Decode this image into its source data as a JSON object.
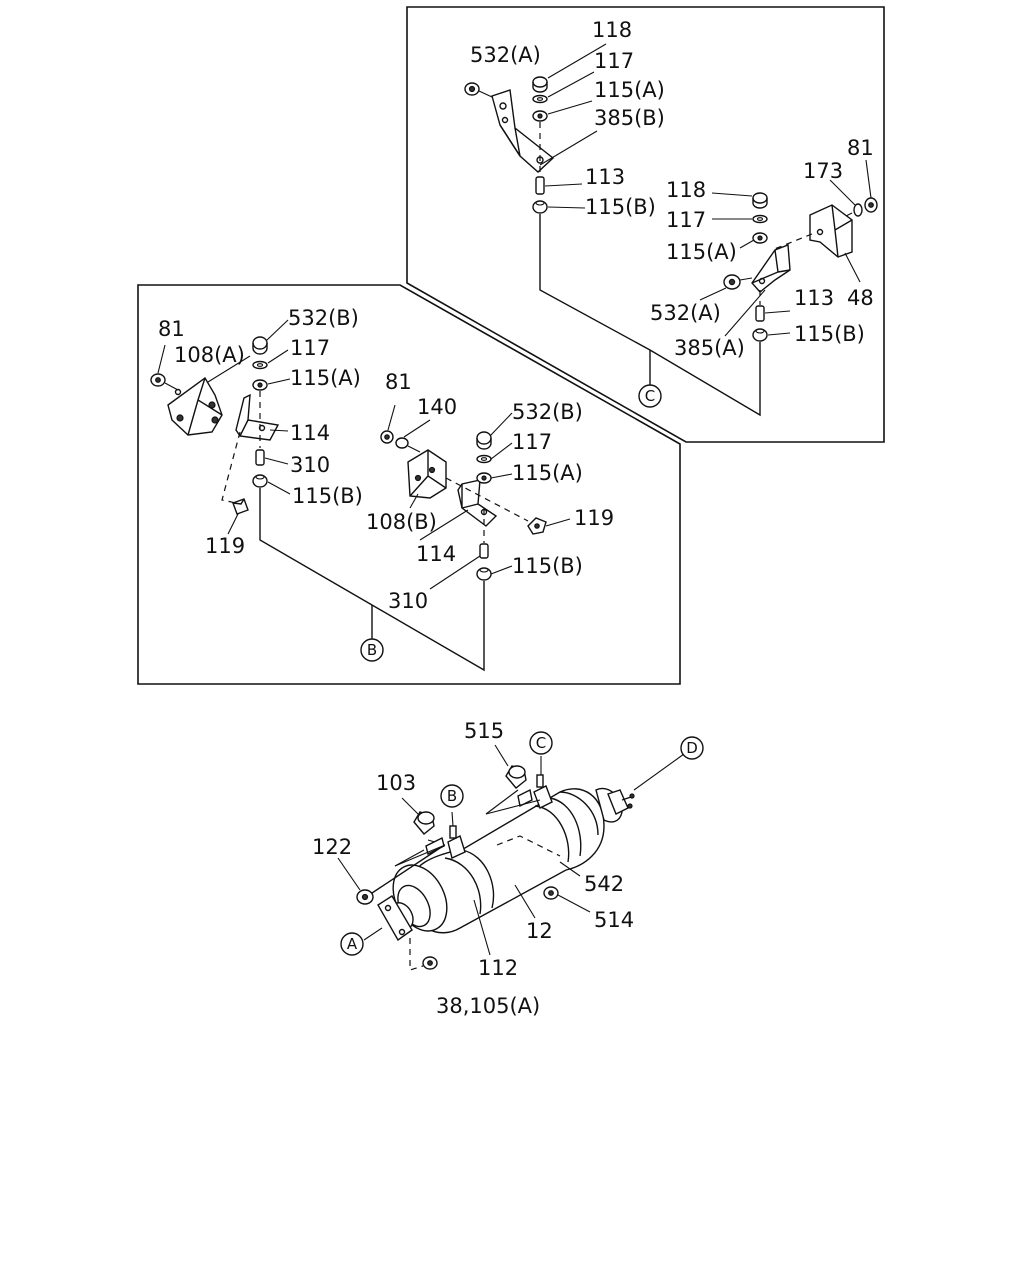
{
  "diagram": {
    "frames": {
      "top_right": "top-right-frame",
      "middle_left": "middle-left-frame"
    },
    "labels": {
      "tr_118_top": "118",
      "tr_532A_top": "532(A)",
      "tr_117_top": "117",
      "tr_115A_top": "115(A)",
      "tr_385B": "385(B)",
      "tr_113_top": "113",
      "tr_115B_top": "115(B)",
      "tr_81": "81",
      "tr_173": "173",
      "tr_118_right": "118",
      "tr_117_right": "117",
      "tr_115A_right": "115(A)",
      "tr_532A_right": "532(A)",
      "tr_113_right": "113",
      "tr_48": "48",
      "tr_385A": "385(A)",
      "tr_115B_right": "115(B)",
      "ml_81_left": "81",
      "ml_532B_left": "532(B)",
      "ml_108A": "108(A)",
      "ml_117_left": "117",
      "ml_115A_left": "115(A)",
      "ml_114_left": "114",
      "ml_310_left": "310",
      "ml_115B_left": "115(B)",
      "ml_119_left": "119",
      "ml_81_mid": "81",
      "ml_140": "140",
      "ml_532B_mid": "532(B)",
      "ml_117_mid": "117",
      "ml_115A_mid": "115(A)",
      "ml_108B": "108(B)",
      "ml_119_mid": "119",
      "ml_114_mid": "114",
      "ml_115B_mid": "115(B)",
      "ml_310_mid": "310",
      "bt_515": "515",
      "bt_103": "103",
      "bt_122": "122",
      "bt_542": "542",
      "bt_514": "514",
      "bt_12": "12",
      "bt_112": "112",
      "bt_38_105A": "38,105(A)"
    },
    "refs": {
      "A": "A",
      "B_frame": "B",
      "B_muffler": "B",
      "C_frame": "C",
      "C_muffler": "C",
      "D": "D"
    }
  }
}
